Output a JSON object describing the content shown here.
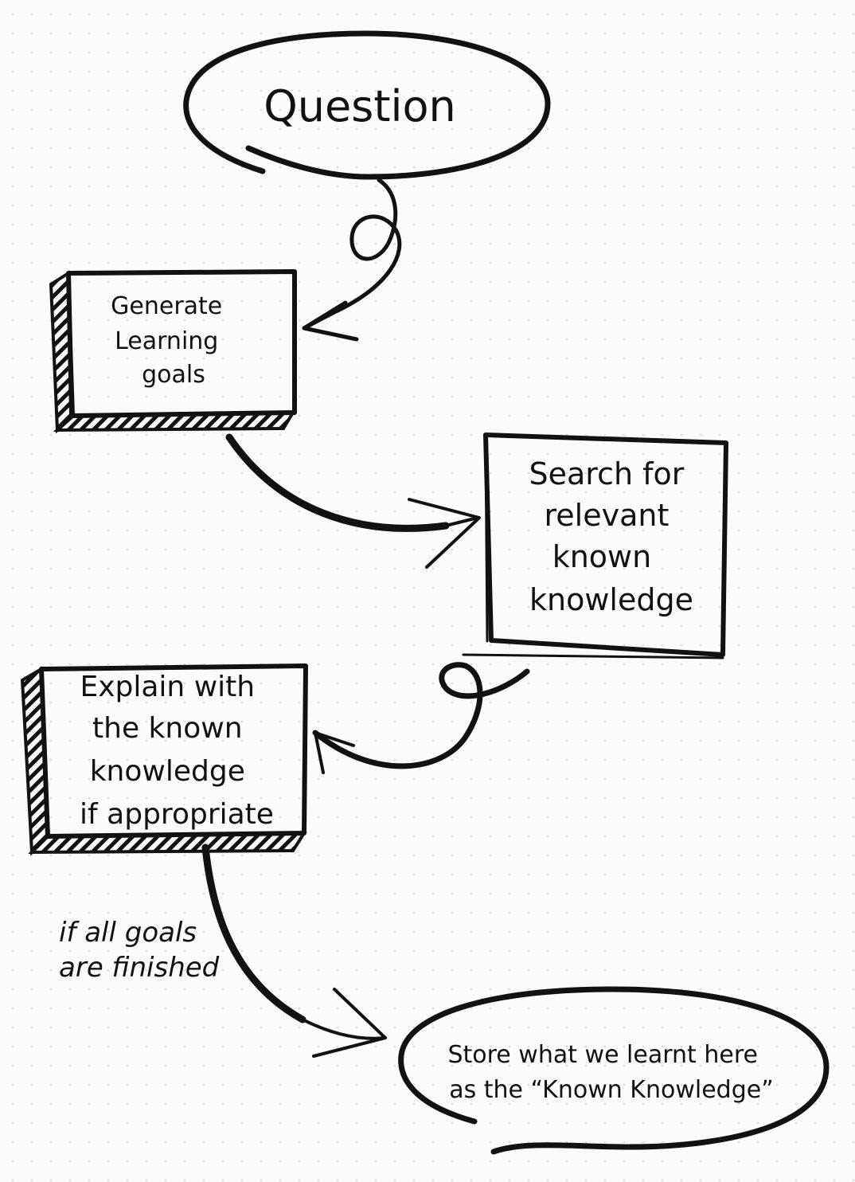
{
  "nodes": {
    "question": {
      "lines": [
        "Question"
      ]
    },
    "generate_goals": {
      "lines": [
        "Generate",
        "Learning",
        "goals"
      ]
    },
    "search": {
      "lines": [
        "Search for",
        "relevant",
        "known",
        "knowledge"
      ]
    },
    "explain": {
      "lines": [
        "Explain with",
        "the known",
        "knowledge",
        "if appropriate"
      ]
    },
    "store": {
      "lines": [
        "Store what we learnt here",
        "as the “Known Knowledge”"
      ]
    }
  },
  "edge_label": {
    "lines": [
      "if all goals",
      "are finished"
    ]
  }
}
